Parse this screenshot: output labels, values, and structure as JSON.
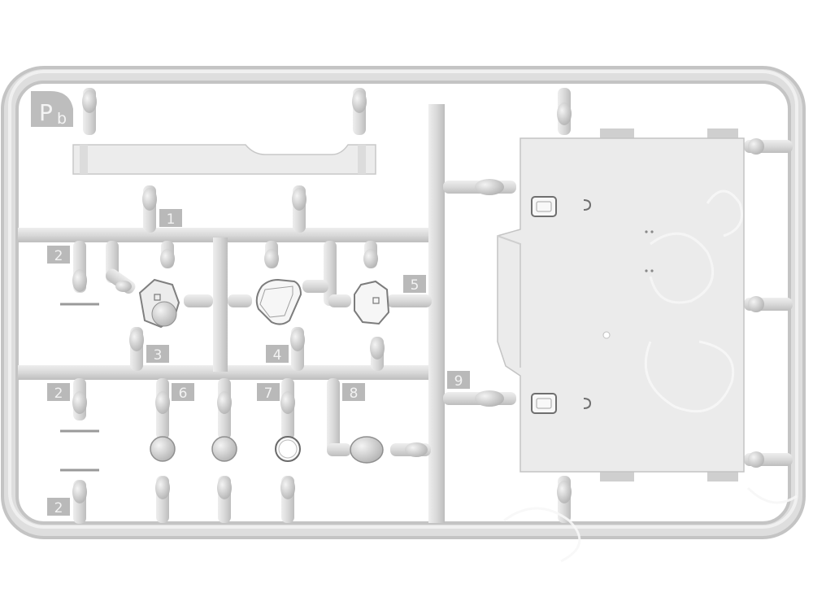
{
  "sprue": {
    "letter_main": "P",
    "letter_sub": "b",
    "part_numbers": [
      "1",
      "2",
      "3",
      "4",
      "5",
      "6",
      "7",
      "8",
      "9",
      "2",
      "2"
    ]
  },
  "colors": {
    "background": "#ffffff",
    "plastic": "#dadada",
    "plastic_shadow": "#bdbdbd",
    "tag": "#b9b9b9"
  }
}
